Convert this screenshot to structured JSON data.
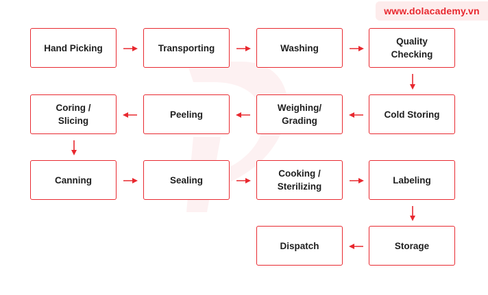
{
  "watermark_url": "www.dolacademy.vn",
  "accent_color": "#e8282f",
  "steps": [
    "Hand Picking",
    "Transporting",
    "Washing",
    "Quality\nChecking",
    "Cold Storing",
    "Weighing/\nGrading",
    "Peeling",
    "Coring /\nSlicing",
    "Canning",
    "Sealing",
    "Cooking /\nSterilizing",
    "Labeling",
    "Storage",
    "Dispatch"
  ],
  "arrow_icon": "red-arrow-icon"
}
